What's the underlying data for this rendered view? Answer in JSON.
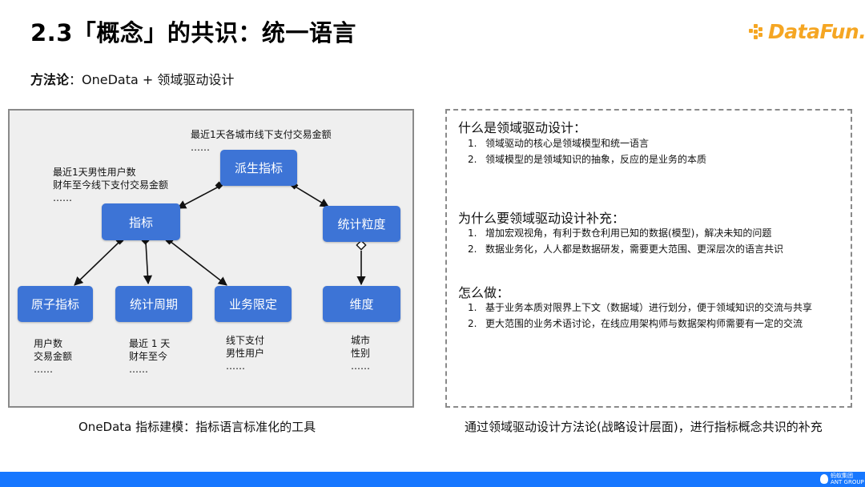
{
  "title": "2.3「概念」的共识：统一语言",
  "logo": {
    "text": "DataFun."
  },
  "subtitle": {
    "label": "方法论",
    "sep": "：",
    "text": "OneData + 领域驱动设计"
  },
  "diagram": {
    "nodes": {
      "derived": "派生指标",
      "metric": "指标",
      "granularity": "统计粒度",
      "atomic": "原子指标",
      "period": "统计周期",
      "business": "业务限定",
      "dimension": "维度"
    },
    "notes": {
      "derived": [
        "最近1天各城市线下支付交易金额",
        "……"
      ],
      "metric": [
        "最近1天男性用户数",
        "财年至今线下支付交易金额",
        "……"
      ],
      "atomic": [
        "用户数",
        "交易金额",
        "……"
      ],
      "period": [
        "最近 1 天",
        "财年至今",
        "……"
      ],
      "business": [
        "线下支付",
        "男性用户",
        "……"
      ],
      "dimension": [
        "城市",
        "性别",
        "……"
      ]
    },
    "caption": "OneData 指标建模：指标语言标准化的工具"
  },
  "right": {
    "sections": [
      {
        "heading": "什么是领域驱动设计：",
        "items": [
          {
            "num": "1.",
            "text": "领域驱动的核心是领域模型和统一语言"
          },
          {
            "num": "2.",
            "text": "领域模型的是领域知识的抽象，反应的是业务的本质"
          }
        ]
      },
      {
        "heading": "为什么要领域驱动设计补充：",
        "items": [
          {
            "num": "1.",
            "text": "增加宏观视角，有利于数仓利用已知的数据(模型)，解决未知的问题"
          },
          {
            "num": "2.",
            "text": "数据业务化，人人都是数据研发，需要更大范围、更深层次的语言共识"
          }
        ]
      },
      {
        "heading": "怎么做：",
        "items": [
          {
            "num": "1.",
            "text": "基于业务本质对限界上下文（数据域）进行划分，便于领域知识的交流与共享"
          },
          {
            "num": "2.",
            "text": "更大范围的业务术语讨论，在线应用架构师与数据架构师需要有一定的交流"
          }
        ]
      }
    ],
    "caption": "通过领域驱动设计方法论(战略设计层面)，进行指标概念共识的补充"
  },
  "footer": {
    "brand_line1": "蚂蚁集团",
    "brand_line2": "ANT GROUP"
  },
  "colors": {
    "node": "#3d74d6",
    "logo": "#f5a623",
    "footer": "#1677ff"
  }
}
